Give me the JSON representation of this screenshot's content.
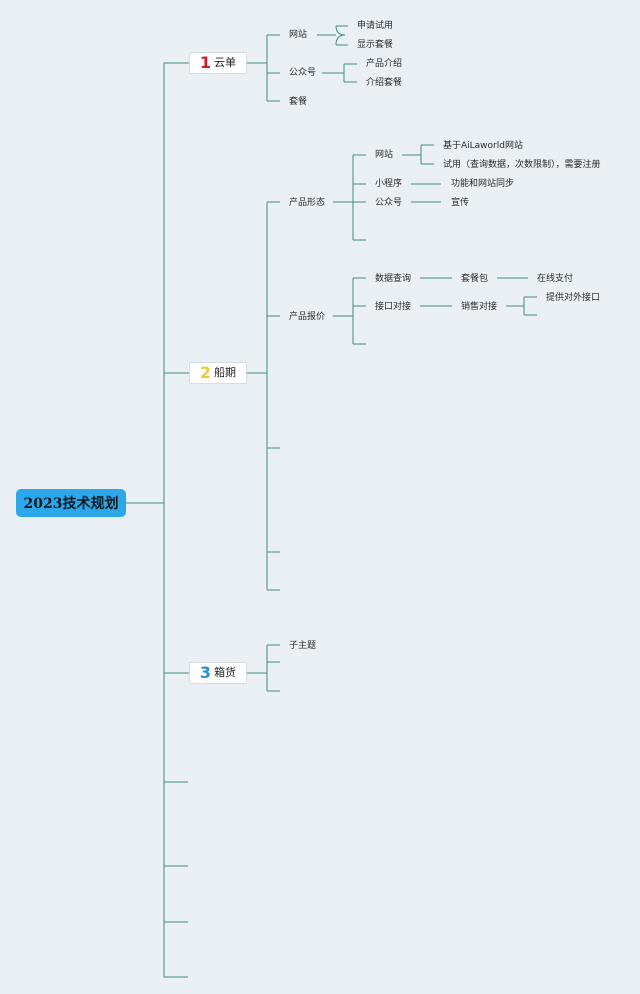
{
  "root": {
    "label": "2023技术规划"
  },
  "main": [
    {
      "number": "1",
      "label": "云单",
      "color": "#c8202f"
    },
    {
      "number": "2",
      "label": "船期",
      "color": "#f2c935"
    },
    {
      "number": "3",
      "label": "箱货",
      "color": "#2b8fce"
    }
  ],
  "nodes": {
    "yd_wangzhan": "网站",
    "yd_shenqing": "申请试用",
    "yd_xianshi": "显示套餐",
    "yd_gongzhong": "公众号",
    "yd_chanpinjieshao": "产品介绍",
    "yd_jieshaotaocan": "介绍套餐",
    "yd_taocan": "套餐",
    "cq_xingtai": "产品形态",
    "cq_wangzhan": "网站",
    "cq_jiyu": "基于AiLaworld网站",
    "cq_shiyong": "试用（查询数据，次数限制），需要注册",
    "cq_xiaochengxu": "小程序",
    "cq_gongneng": "功能和网站同步",
    "cq_gongzhong": "公众号",
    "cq_xuanchuan": "宣传",
    "cq_baojia": "产品报价",
    "cq_shuju": "数据查询",
    "cq_taocanbao": "套餐包",
    "cq_zaixian": "在线支付",
    "cq_jiekou": "接口对接",
    "cq_xiaoshou": "销售对接",
    "cq_tigong": "提供对外接口",
    "xh_zizhuti": "子主题"
  },
  "colors": {
    "line": "#3f8f7a",
    "background": "#e9eff3",
    "root_fill": "#2ba7ea"
  }
}
